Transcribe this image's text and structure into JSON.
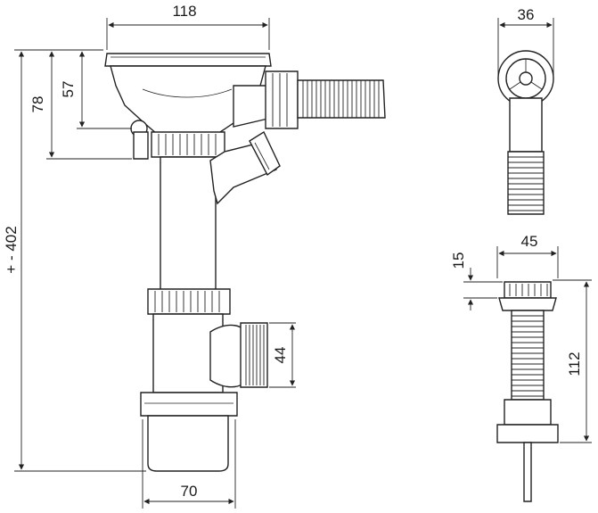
{
  "dimensions": {
    "overall_width": "118",
    "overall_height": "+ - 402",
    "funnel_height": "78",
    "upper_height": "57",
    "outlet_diameter": "44",
    "bottle_width": "70",
    "side_width": "36",
    "overflow_width": "45",
    "overflow_top": "15",
    "overflow_height": "112"
  }
}
